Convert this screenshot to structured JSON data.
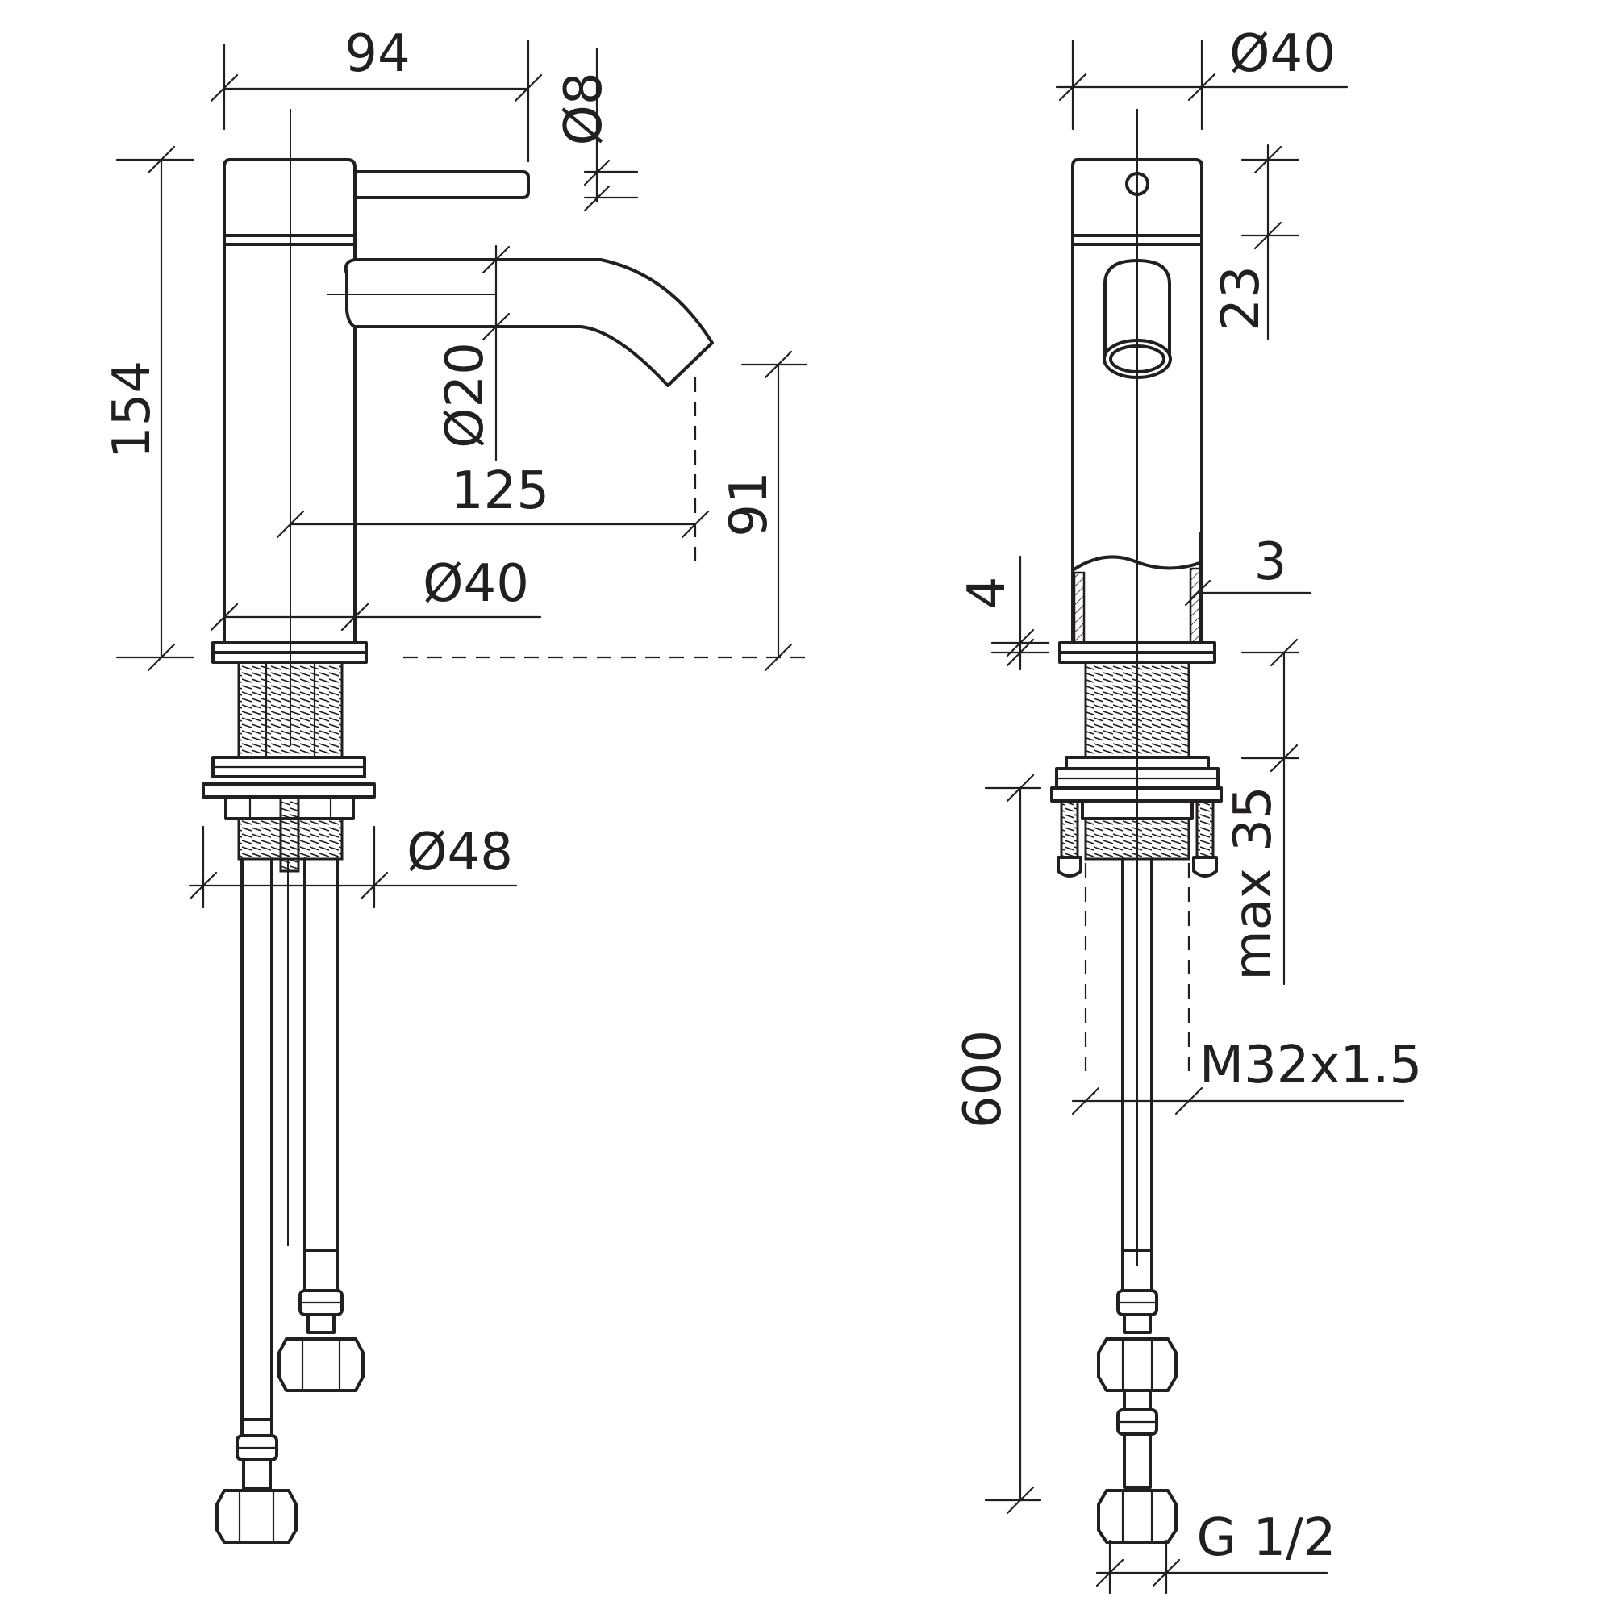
{
  "side_view": {
    "dims": {
      "lever_reach": "94",
      "lever_diameter": "Ø8",
      "total_height": "154",
      "spout_diameter": "Ø20",
      "spout_reach": "125",
      "spout_height": "91",
      "body_diameter": "Ø40",
      "base_diameter": "Ø48"
    }
  },
  "front_view": {
    "dims": {
      "top_diameter": "Ø40",
      "cap_height": "23",
      "wall_thickness": "3",
      "base_height": "4",
      "max_deck_thickness": "max 35",
      "hose_length": "600",
      "thread": "M32x1.5",
      "connection": "G 1/2"
    }
  }
}
